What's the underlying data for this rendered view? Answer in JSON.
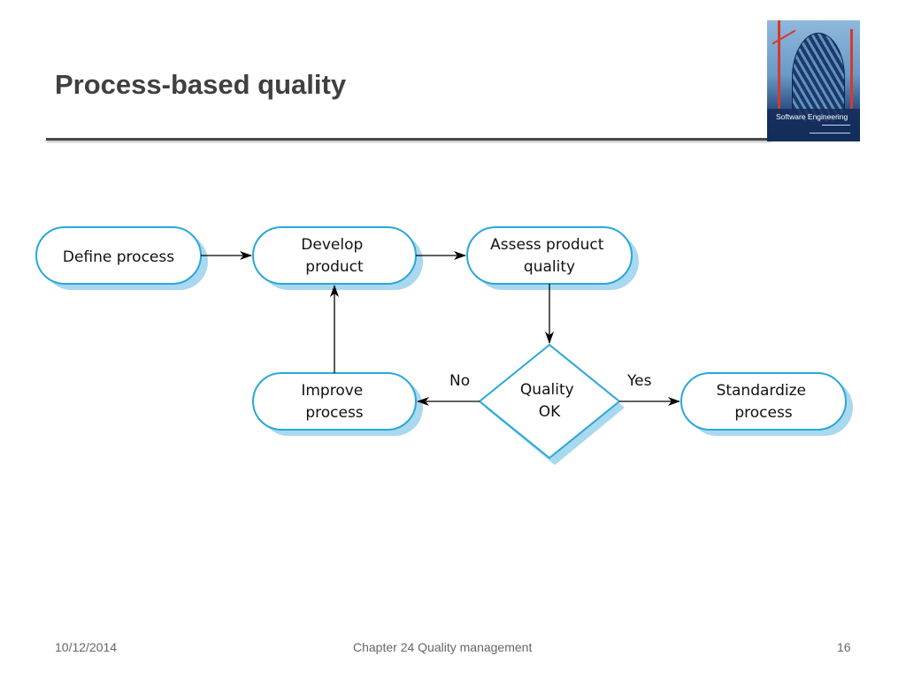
{
  "slide": {
    "title": "Process-based quality",
    "footer_date": "10/12/2014",
    "footer_chapter": "Chapter 24 Quality management",
    "page_number": "16"
  },
  "book_cover": {
    "title": "Software Engineering"
  },
  "diagram": {
    "nodes": {
      "define": [
        "Define process"
      ],
      "develop": [
        "Develop",
        "product"
      ],
      "assess": [
        "Assess product",
        "quality"
      ],
      "improve": [
        "Improve",
        "process"
      ],
      "decision": [
        "Quality",
        "OK"
      ],
      "standardize": [
        "Standardize",
        "process"
      ]
    },
    "edge_labels": {
      "no": "No",
      "yes": "Yes"
    },
    "colors": {
      "node_border": "#29a8d8",
      "node_shadow": "#a9d8ef",
      "arrow": "#000000"
    }
  }
}
